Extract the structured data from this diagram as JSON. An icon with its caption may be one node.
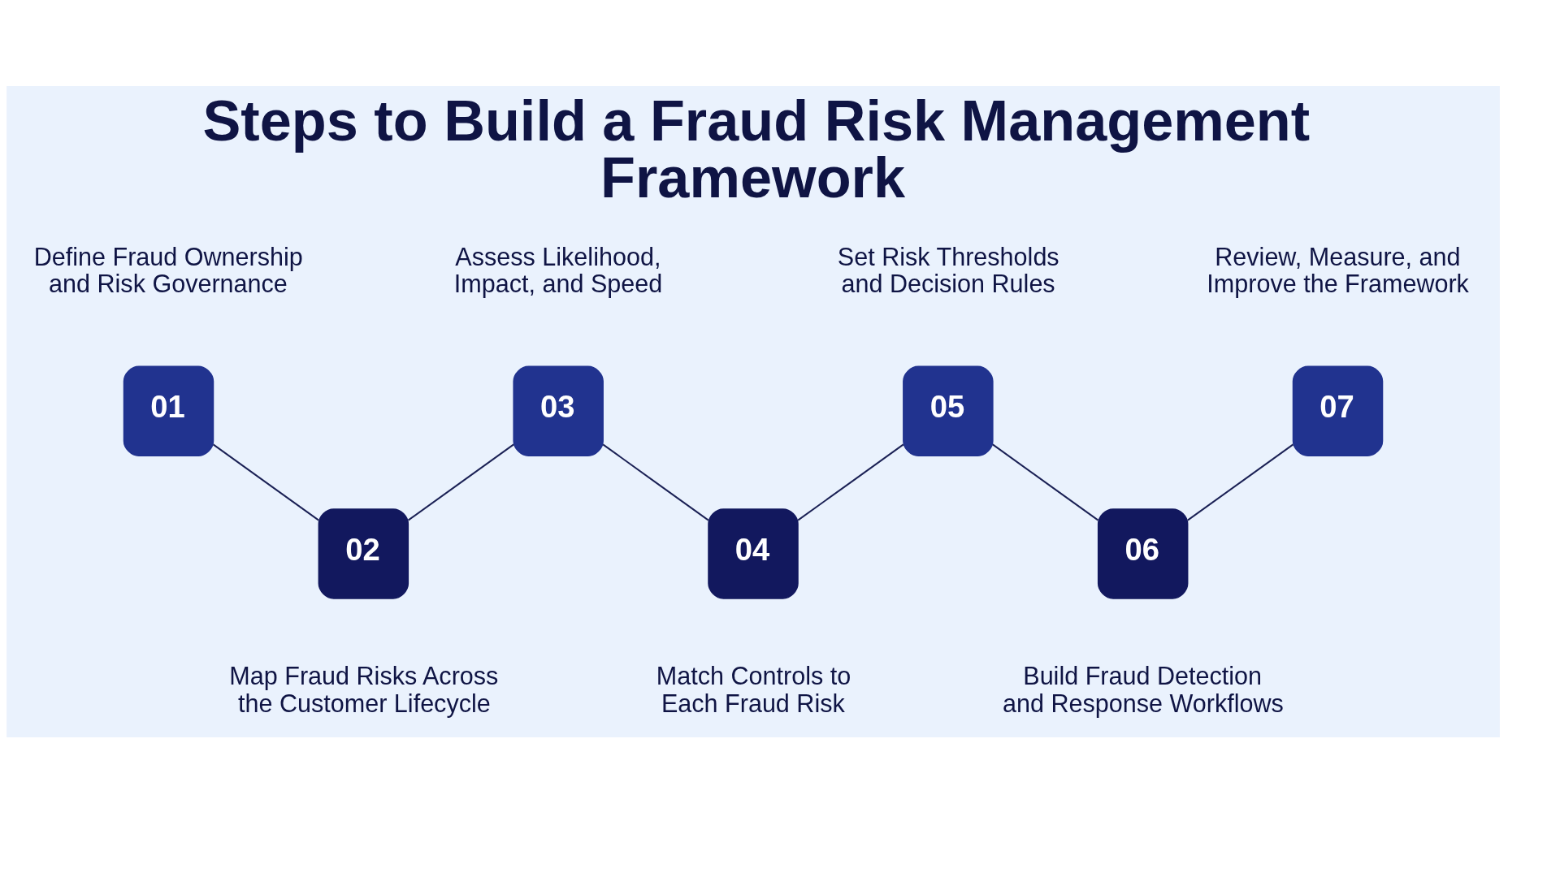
{
  "diagram": {
    "title": "Steps to Build a Fraud Risk Management Framework",
    "nodes": [
      {
        "text": [
          "01"
        ],
        "beside": [
          "Define Fraud Ownership and Risk Governance"
        ]
      },
      {
        "text": [
          "02"
        ],
        "beside": [
          "Map Fraud Risks Across the Customer Lifecycle"
        ]
      },
      {
        "text": [
          "03"
        ],
        "beside": [
          "Assess Likelihood, Impact, and Speed"
        ]
      },
      {
        "text": [
          "04"
        ],
        "beside": [
          "Match Controls to Each Fraud Risk"
        ]
      },
      {
        "text": [
          "05"
        ],
        "beside": [
          "Set Risk Thresholds and Decision Rules"
        ]
      },
      {
        "text": [
          "06"
        ],
        "beside": [
          "Build Fraud Detection and Response Workflows"
        ]
      },
      {
        "text": [
          "07"
        ],
        "beside": [
          "Review, Measure, and Improve the Framework"
        ]
      }
    ],
    "edges": [
      {
        "from": 0,
        "to": 1,
        "arrow": "none"
      },
      {
        "from": 1,
        "to": 2,
        "arrow": "none"
      },
      {
        "from": 2,
        "to": 3,
        "arrow": "none"
      },
      {
        "from": 3,
        "to": 4,
        "arrow": "none"
      },
      {
        "from": 4,
        "to": 5,
        "arrow": "none"
      },
      {
        "from": 5,
        "to": 6,
        "arrow": "none"
      }
    ]
  }
}
